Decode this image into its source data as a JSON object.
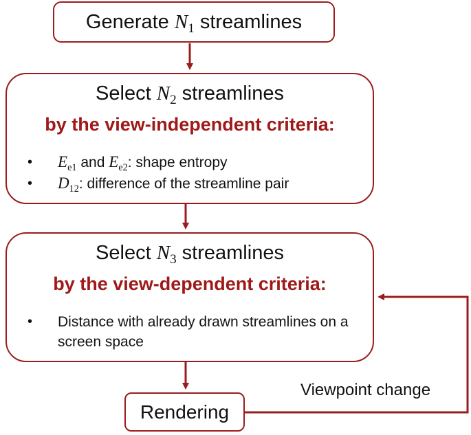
{
  "boxes": {
    "generate": {
      "pre": "Generate ",
      "var": "N",
      "sub": "1",
      "post": " streamlines"
    },
    "select2": {
      "pre": "Select ",
      "var": "N",
      "sub": "2",
      "post": " streamlines",
      "criteria": "by the view-independent criteria:",
      "bullet1": {
        "var_a": "E",
        "sub_a": "e1",
        "mid": " and ",
        "var_b": "E",
        "sub_b": "e2",
        "text": ": shape entropy"
      },
      "bullet2": {
        "var": "D",
        "sub": "12",
        "text": ": difference of the streamline pair"
      }
    },
    "select3": {
      "pre": "Select ",
      "var": "N",
      "sub": "3",
      "post": " streamlines",
      "criteria": "by the view-dependent criteria:",
      "bullet1": "Distance with already drawn streamlines on a screen space"
    },
    "render": {
      "label": "Rendering"
    }
  },
  "feedback_label": "Viewpoint change",
  "colors": {
    "accent": "#9b1c1c",
    "criteria_text": "#a01919",
    "text": "#111111"
  }
}
